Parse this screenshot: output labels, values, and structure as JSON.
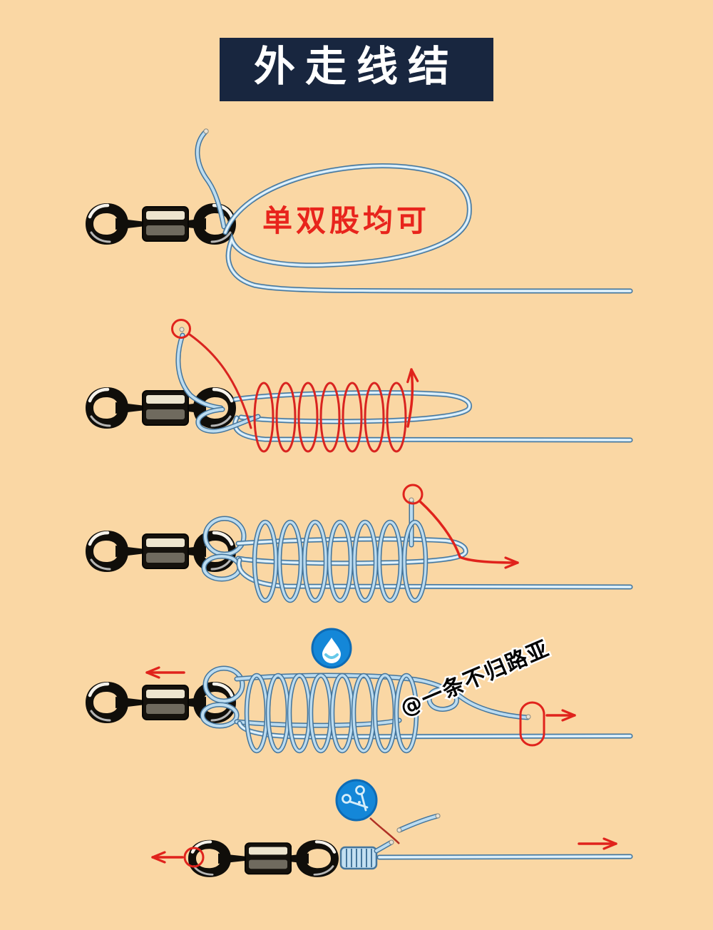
{
  "title": "外走线结",
  "step1": {
    "note": "单双股均可"
  },
  "watermark": "@一条不归路亚",
  "icons": {
    "step4_icon": "water-drop-icon",
    "step5_icon": "scissors-icon"
  },
  "colors": {
    "background": "#fad7a4",
    "title_bg": "#18263f",
    "title_text": "#ffffff",
    "note_red": "#e8241c",
    "annotation_red": "#d92420",
    "line_core": "#f2fafe",
    "line_fill": "#bcdcf0",
    "line_outline": "#44759c",
    "swivel_black": "#100e0a",
    "icon_blue": "#1487d8",
    "watermark_fill": "#000000",
    "watermark_outline": "#ffffff"
  }
}
